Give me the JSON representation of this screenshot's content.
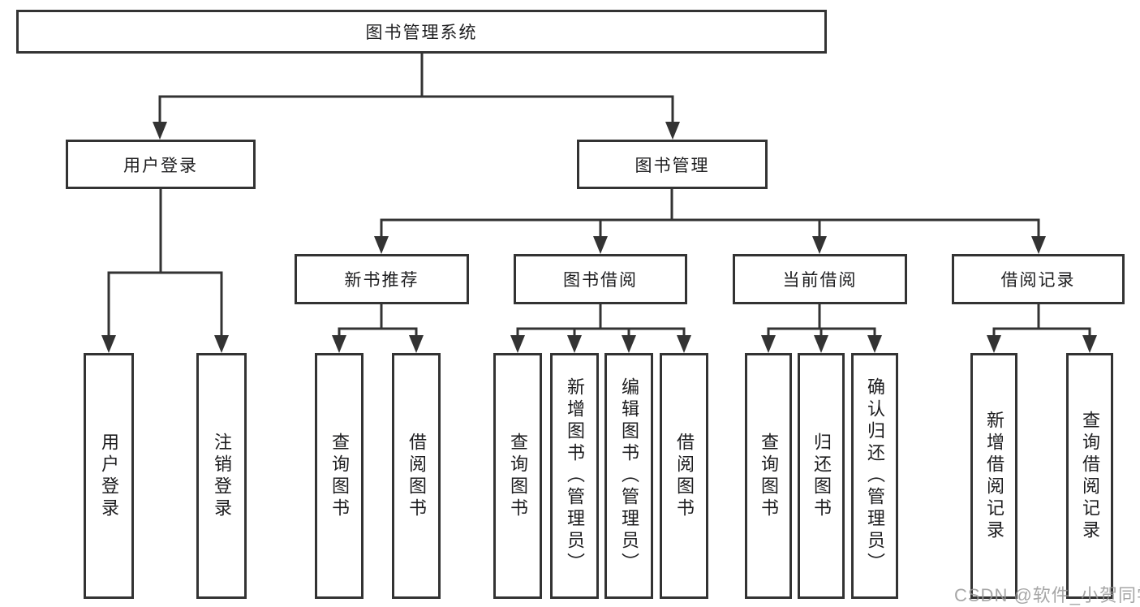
{
  "diagram": {
    "title": "图书管理系统",
    "branches": [
      {
        "label": "用户登录",
        "leaves": [
          "用户登录",
          "注销登录"
        ]
      },
      {
        "label": "图书管理",
        "groups": [
          {
            "label": "新书推荐",
            "leaves": [
              "查询图书",
              "借阅图书"
            ]
          },
          {
            "label": "图书借阅",
            "leaves": [
              "查询图书",
              "新增图书（管理员）",
              "编辑图书（管理员）",
              "借阅图书"
            ]
          },
          {
            "label": "当前借阅",
            "leaves": [
              "查询图书",
              "归还图书",
              "确认归还（管理员）"
            ]
          },
          {
            "label": "借阅记录",
            "leaves": [
              "新增借阅记录",
              "查询借阅记录"
            ]
          }
        ]
      }
    ]
  },
  "watermark": "CSDN @软件_小贺同学",
  "colors": {
    "line": "#333333",
    "box_border": "#333333",
    "text": "#1d1d1f",
    "watermark": "#969696",
    "background": "#ffffff"
  }
}
